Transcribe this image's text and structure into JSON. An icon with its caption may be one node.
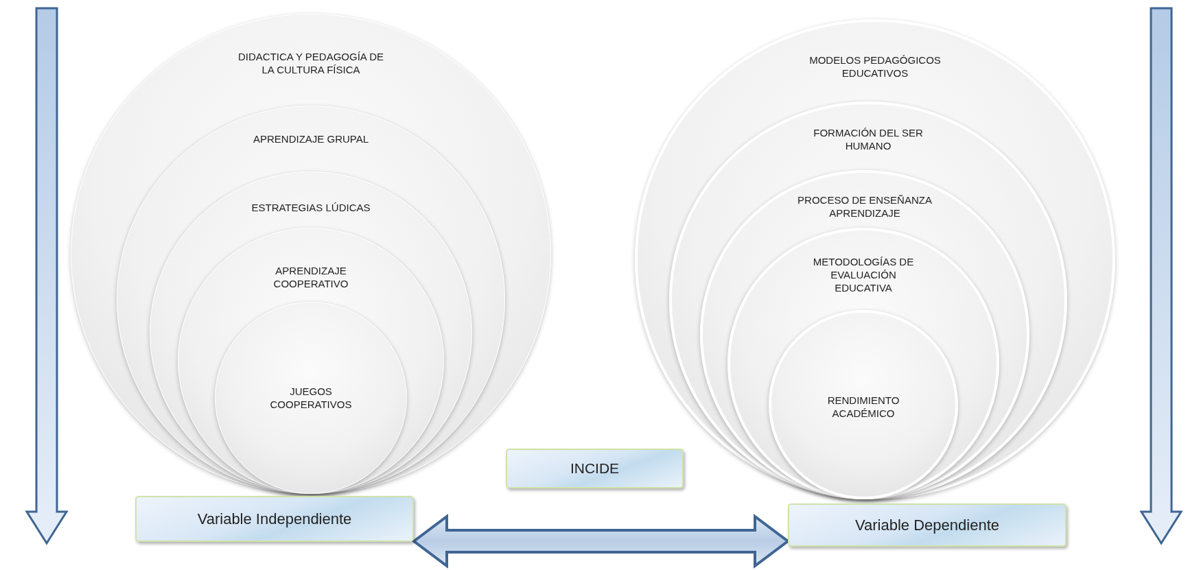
{
  "diagram": {
    "nodes": [
      {
        "text": [
          "DIDACTICA Y PEDAGOGÍA DE LA CULTURA FÍSICA"
        ]
      },
      {
        "text": [
          "APRENDIZAJE GRUPAL"
        ],
        "in": 0
      },
      {
        "text": [
          "ESTRATEGIAS LÚDICAS"
        ],
        "in": 1
      },
      {
        "text": [
          "APRENDIZAJE COOPERATIVO"
        ],
        "in": 2
      },
      {
        "text": [
          "JUEGOS COOPERATIVOS"
        ],
        "in": 3
      },
      {
        "text": [
          "MODELOS PEDAGÓGICOS EDUCATIVOS"
        ]
      },
      {
        "text": [
          "FORMACIÓN DEL SER HUMANO"
        ],
        "in": 5
      },
      {
        "text": [
          "PROCESO DE ENSEÑANZA APRENDIZAJE"
        ],
        "in": 6
      },
      {
        "text": [
          "METODOLOGÍAS DE EVALUACIÓN EDUCATIVA"
        ],
        "in": 7
      },
      {
        "text": [
          "RENDIMIENTO ACADÉMICO"
        ],
        "in": 8
      },
      {
        "text": [
          "Variable Independiente"
        ]
      },
      {
        "text": [
          "INCIDE"
        ]
      },
      {
        "text": [
          "Variable Dependiente"
        ]
      }
    ],
    "edges": [
      {
        "from": 10,
        "to": 12,
        "arrow": "both",
        "style": "thick"
      }
    ]
  }
}
